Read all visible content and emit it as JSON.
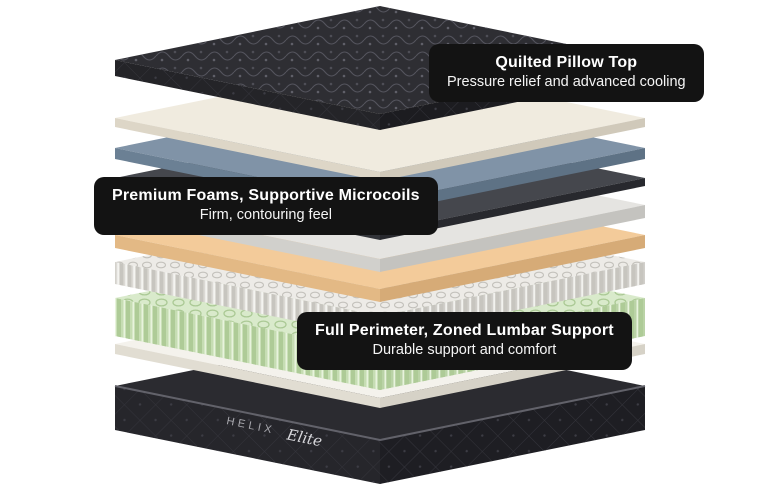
{
  "colors": {
    "background": "#ffffff",
    "callout_bg": "#131313",
    "callout_text": "#ffffff"
  },
  "callouts": [
    {
      "id": "quilted-pillow-top",
      "title": "Quilted Pillow Top",
      "subtitle": "Pressure relief and advanced cooling"
    },
    {
      "id": "premium-foams",
      "title": "Premium Foams, Supportive Microcoils",
      "subtitle": "Firm, contouring feel"
    },
    {
      "id": "zoned-lumbar-support",
      "title": "Full Perimeter, Zoned Lumbar Support",
      "subtitle": "Durable support and comfort"
    }
  ],
  "logo": {
    "brand": "HELIX",
    "line": "Elite"
  },
  "layers": [
    {
      "id": "quilted-pillow-top",
      "top": "#2e2e33",
      "left": "#242428",
      "right": "#1c1c20"
    },
    {
      "id": "cooling-cover-foam",
      "top": "#f0ebdf",
      "left": "#ddd6c7",
      "right": "#d0c9ba"
    },
    {
      "id": "gel-blend-foam",
      "top": "#8093a7",
      "left": "#6b8094",
      "right": "#5e7285"
    },
    {
      "id": "transition-layer",
      "top": "#45474d",
      "left": "#323439",
      "right": "#28292e"
    },
    {
      "id": "support-foam",
      "top": "#e5e4e1",
      "left": "#d1d0cc",
      "right": "#c4c3bf"
    },
    {
      "id": "comfort-foam",
      "top": "#f3cb9a",
      "left": "#e3b985",
      "right": "#d6ab77"
    },
    {
      "id": "microcoil-layer",
      "top": "#edebe7",
      "left": "#dcdad5",
      "right": "#d1cfca"
    },
    {
      "id": "zoned-coil-layer",
      "top": "#d9eacb",
      "left": "#c6ddb3",
      "right": "#bad3a6"
    },
    {
      "id": "base-foam",
      "top": "#f4f2ec",
      "left": "#e1ddd2",
      "right": "#d6d2c7"
    },
    {
      "id": "quilted-base",
      "top": "#2b2b30",
      "left": "#26262b",
      "right": "#1e1e23"
    }
  ]
}
